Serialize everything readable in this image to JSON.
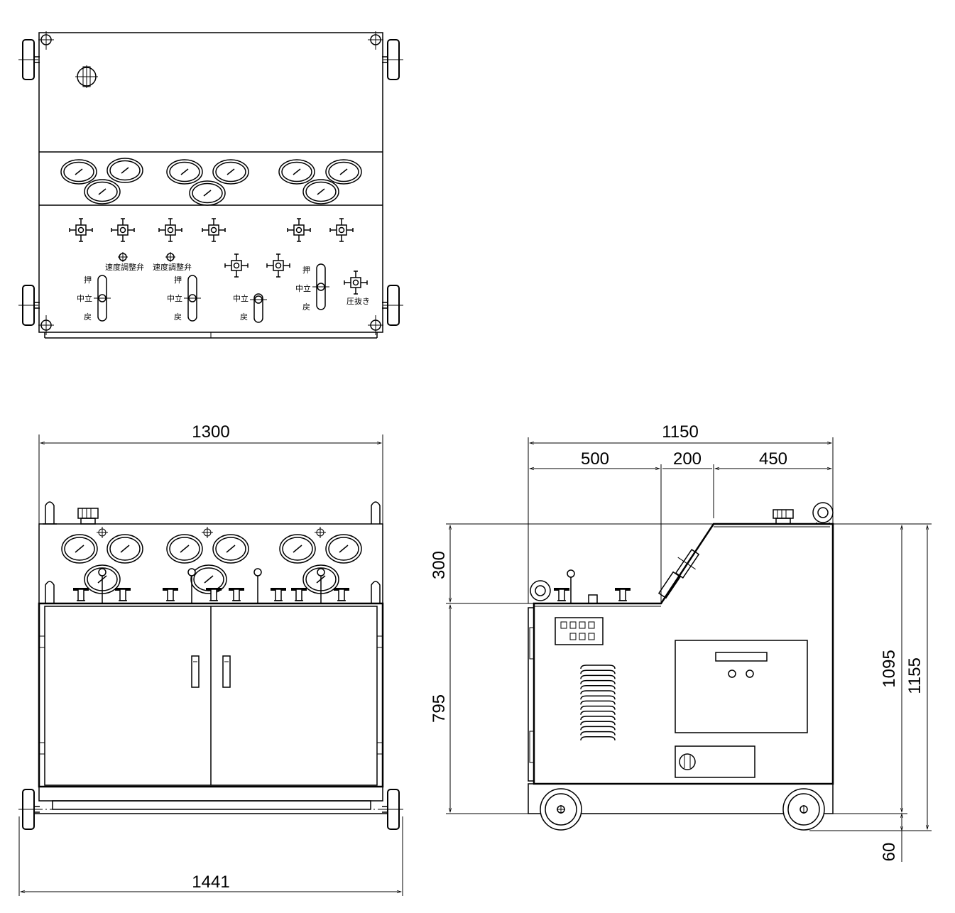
{
  "labels": {
    "speed_valve_1": "速度調整弁",
    "speed_valve_2": "速度調整弁",
    "push_1": "押",
    "neutral_1": "中立",
    "return_1": "戻",
    "push_2": "押",
    "neutral_2": "中立",
    "return_2": "戻",
    "neutral_3": "中立",
    "return_3": "戻",
    "push_4": "押",
    "neutral_4": "中立",
    "return_4": "戻",
    "pressure_release": "圧抜き"
  },
  "dimensions": {
    "front_width": "1300",
    "overall_width": "1441",
    "side_total": "1150",
    "side_a": "500",
    "side_b": "200",
    "side_c": "450",
    "height_upper": "300",
    "height_lower": "795",
    "height_body": "1095",
    "height_total": "1155",
    "wheel_offset": "60"
  }
}
